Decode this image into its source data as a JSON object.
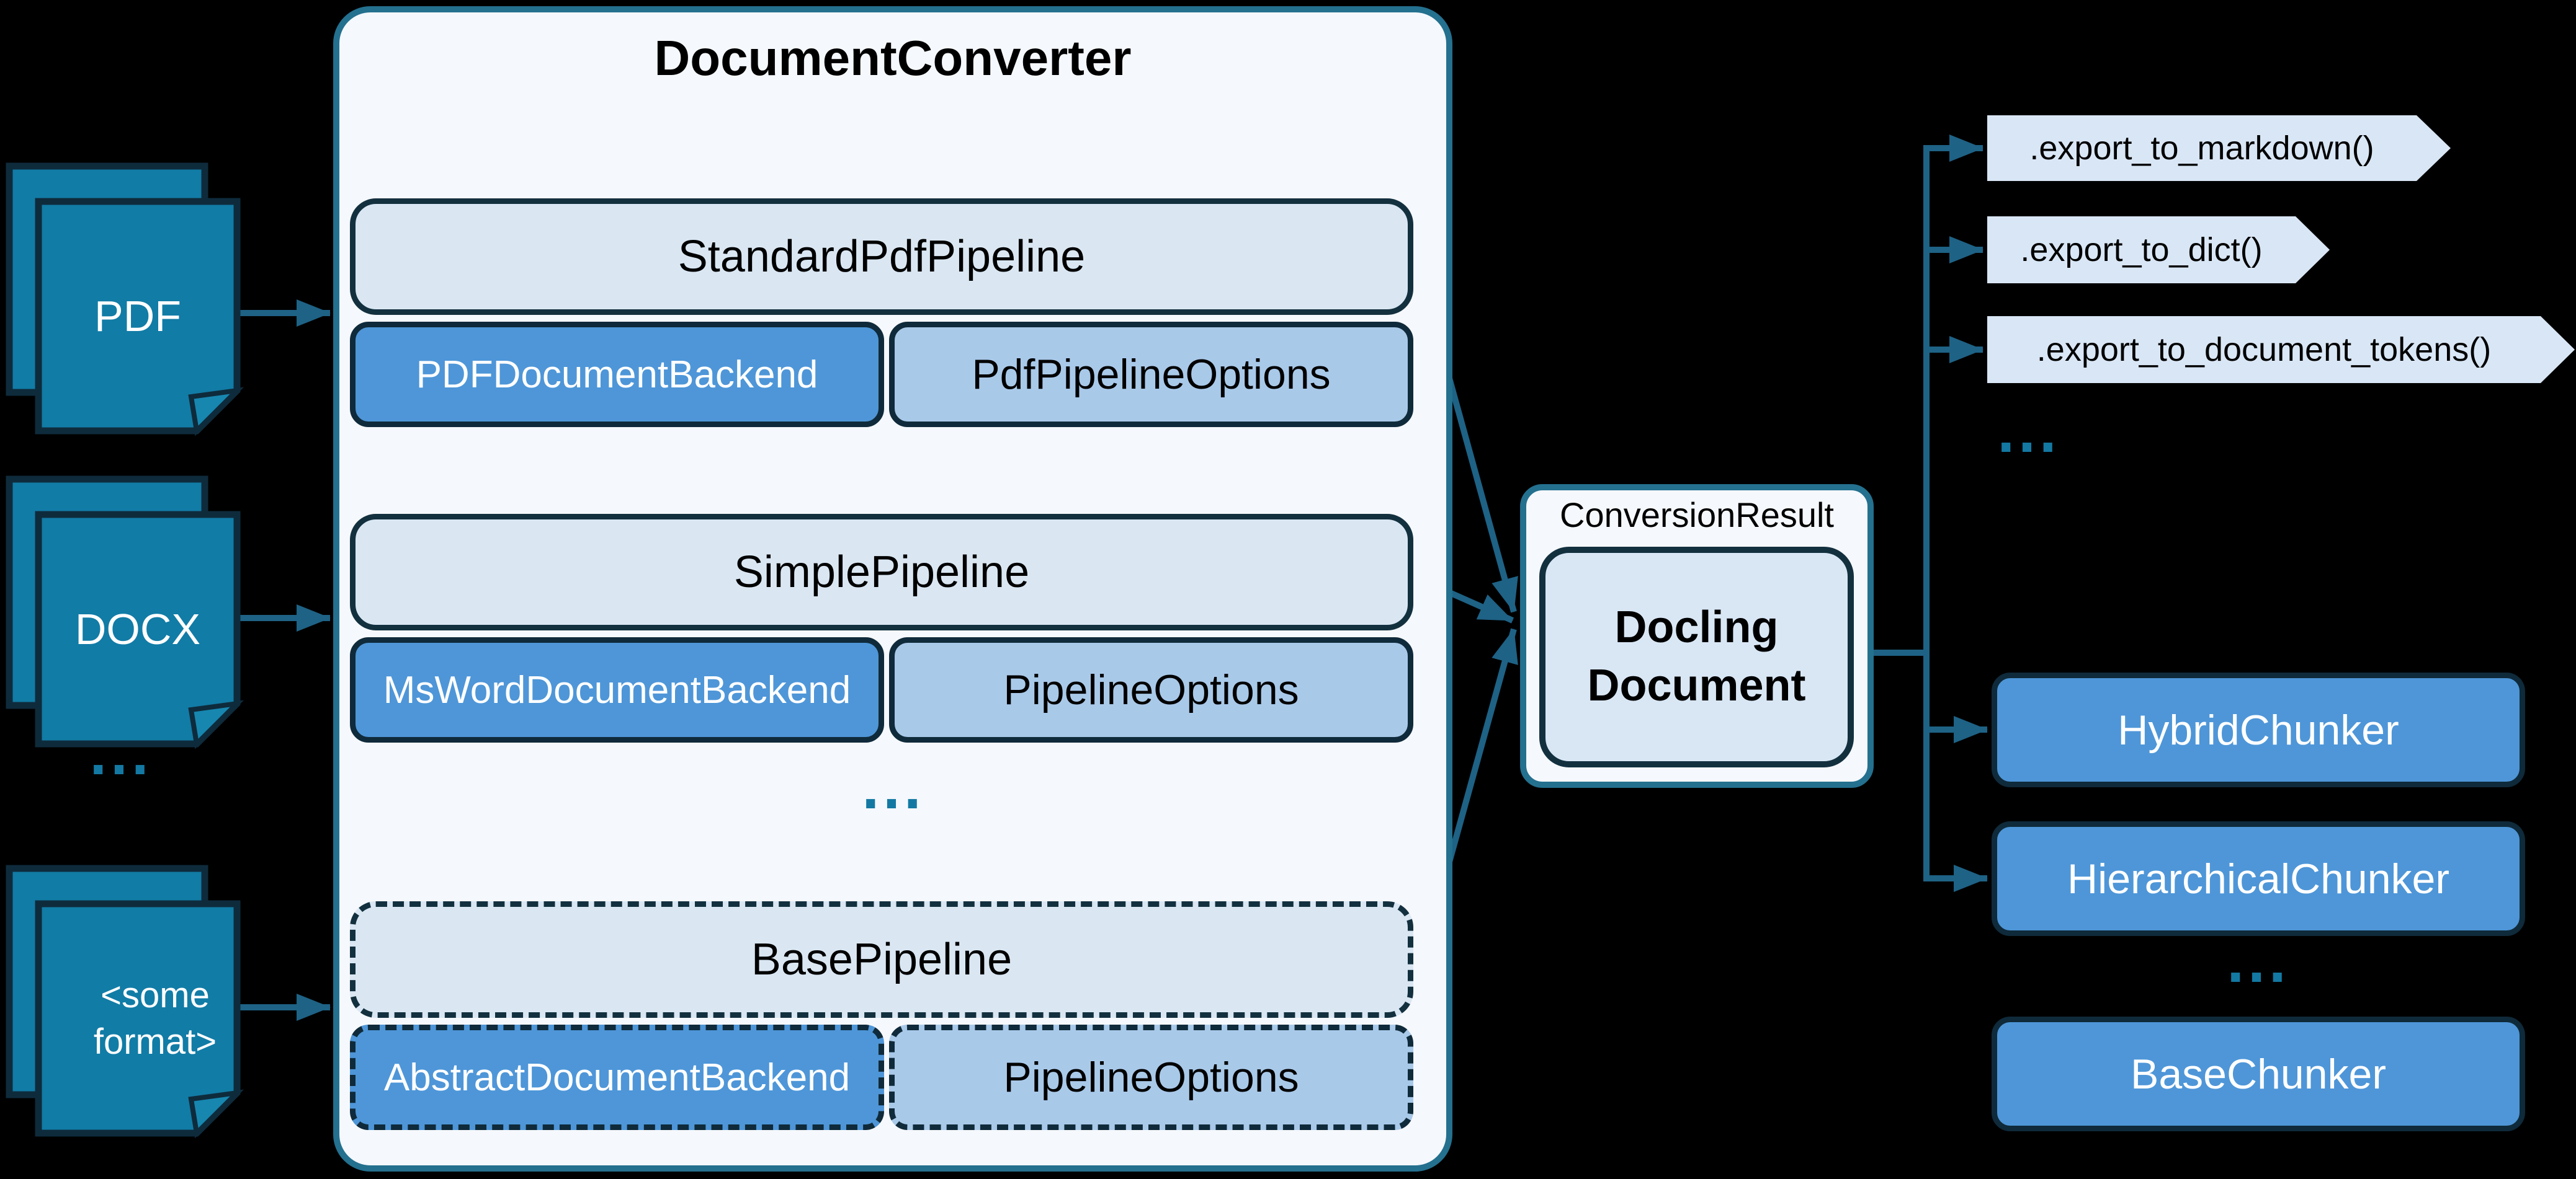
{
  "inputs": [
    {
      "label": "PDF"
    },
    {
      "label": "DOCX"
    },
    {
      "label": "<some format>"
    }
  ],
  "input_ellipsis": "...",
  "converter": {
    "title": "DocumentConverter",
    "pipelines": [
      {
        "name": "StandardPdfPipeline",
        "backend": "PDFDocumentBackend",
        "options": "PdfPipelineOptions"
      },
      {
        "name": "SimplePipeline",
        "backend": "MsWordDocumentBackend",
        "options": "PipelineOptions"
      },
      {
        "name": "BasePipeline",
        "backend": "AbstractDocumentBackend",
        "options": "PipelineOptions"
      }
    ],
    "ellipsis": "..."
  },
  "result": {
    "container_label": "ConversionResult",
    "document_label": "Docling Document"
  },
  "exports": {
    "items": [
      ".export_to_markdown()",
      ".export_to_dict()",
      ".export_to_document_tokens()"
    ],
    "ellipsis": "..."
  },
  "chunkers": {
    "items": [
      {
        "label": "HybridChunker"
      },
      {
        "label": "HierarchicalChunker"
      },
      {
        "label": "BaseChunker"
      }
    ],
    "ellipsis": "..."
  },
  "colors": {
    "background": "#000000",
    "document_fill": "#117CA6",
    "dark_outline": "#0E2B3C",
    "container_outline": "#24708F",
    "container_fill": "#F5F8FC",
    "pipeline_fill": "#DAE7F3",
    "backend_fill": "#4E96D8",
    "options_fill": "#A9C9E9",
    "flag_fill": "#D9E6F5",
    "arrow": "#1E6285",
    "ellipsis": "#1379A3"
  }
}
